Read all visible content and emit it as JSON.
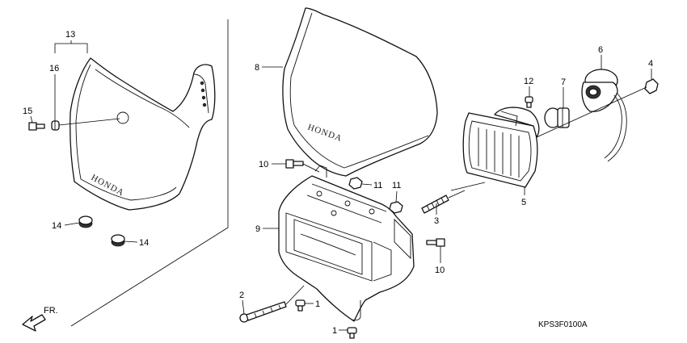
{
  "diagram": {
    "callouts": {
      "c1a": "1",
      "c1b": "1",
      "c2": "2",
      "c3": "3",
      "c4": "4",
      "c5": "5",
      "c6": "6",
      "c7": "7",
      "c8": "8",
      "c9": "9",
      "c10a": "10",
      "c10b": "10",
      "c11a": "11",
      "c11b": "11",
      "c12": "12",
      "c13": "13",
      "c14a": "14",
      "c14b": "14",
      "c15": "15",
      "c16": "16"
    },
    "brand_text": "HONDA",
    "direction_label": "FR.",
    "catalog_code": "KPS3F0100A"
  }
}
